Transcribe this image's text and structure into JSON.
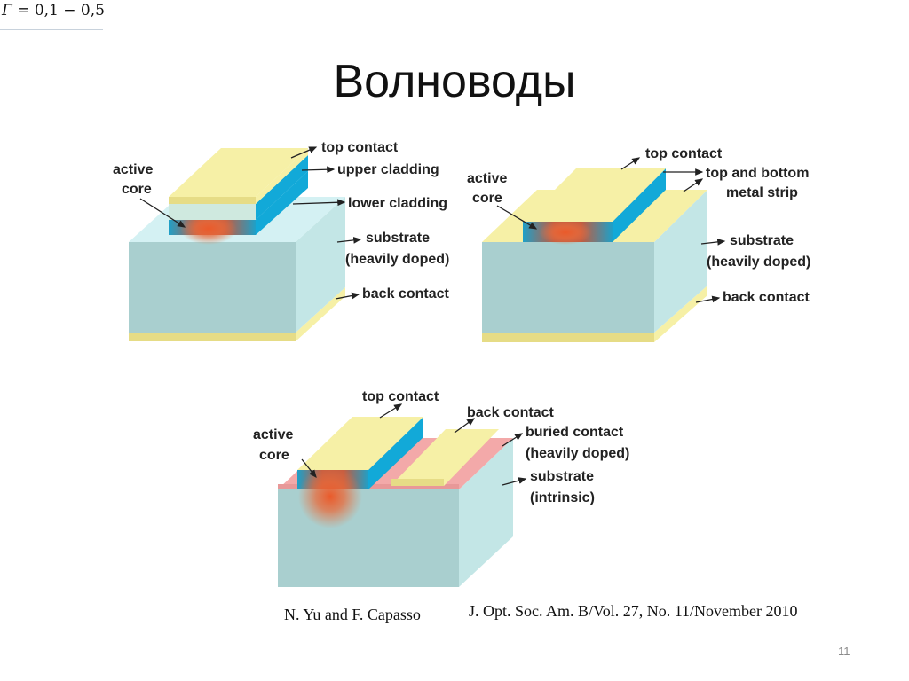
{
  "formula": {
    "symbol": "Γ",
    "rest": " = 0,1 − 0,5"
  },
  "title": "Волноводы",
  "diagram1": {
    "labels": {
      "active_core_1": "active",
      "active_core_2": "core",
      "top_contact": "top contact",
      "upper_cladding": "upper cladding",
      "lower_cladding": "lower cladding",
      "substrate_1": "substrate",
      "substrate_2": "(heavily doped)",
      "back_contact": "back contact"
    }
  },
  "diagram2": {
    "labels": {
      "top_contact": "top contact",
      "active_core_1": "active",
      "active_core_2": "core",
      "metal_strip_1": "top and bottom",
      "metal_strip_2": "metal strip",
      "substrate_1": "substrate",
      "substrate_2": "(heavily doped)",
      "back_contact": "back contact"
    }
  },
  "diagram3": {
    "labels": {
      "top_contact": "top contact",
      "back_contact": "back contact",
      "active_core_1": "active",
      "active_core_2": "core",
      "buried_contact_1": "buried contact",
      "buried_contact_2": "(heavily doped)",
      "substrate_1": "substrate",
      "substrate_2": "(intrinsic)"
    }
  },
  "citation": {
    "authors": "N. Yu and F. Capasso",
    "journal": "J. Opt. Soc. Am. B/Vol. 27, No. 11/November 2010"
  },
  "page_number": "11",
  "colors": {
    "substrate_front": "#a9cfcf",
    "substrate_side": "#c3e6e6",
    "substrate_top": "#d4f1f3",
    "contact_top": "#f6f0a6",
    "contact_side": "#e6dc86",
    "cladding": "#12a9d8",
    "core_glow": "#ea5a2a",
    "buried_contact": "#f3a9a9"
  }
}
